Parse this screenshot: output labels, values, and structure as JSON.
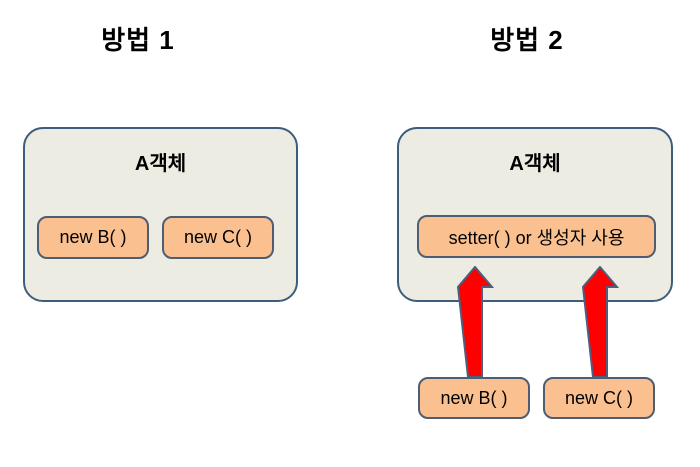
{
  "colors": {
    "background": "#ffffff",
    "container_fill": "#edece2",
    "container_border": "#3e5c7e",
    "box_fill": "#fbc08f",
    "box_border": "#4e5d74",
    "arrow_fill": "#fe0000",
    "arrow_border": "#4e5f7d",
    "text": "#000000"
  },
  "method1": {
    "title": "방법 1",
    "container_label": "A객체",
    "boxes": [
      {
        "label": "new B( )"
      },
      {
        "label": "new C( )"
      }
    ]
  },
  "method2": {
    "title": "방법 2",
    "container_label": "A객체",
    "inner_box_label": "setter( ) or 생성자 사용",
    "source_boxes": [
      {
        "label": "new B( )"
      },
      {
        "label": "new C( )"
      }
    ],
    "arrows": [
      {
        "from": "new B( )",
        "to": "setter( ) or 생성자 사용",
        "direction": "up"
      },
      {
        "from": "new C( )",
        "to": "setter( ) or 생성자 사용",
        "direction": "up"
      }
    ]
  }
}
